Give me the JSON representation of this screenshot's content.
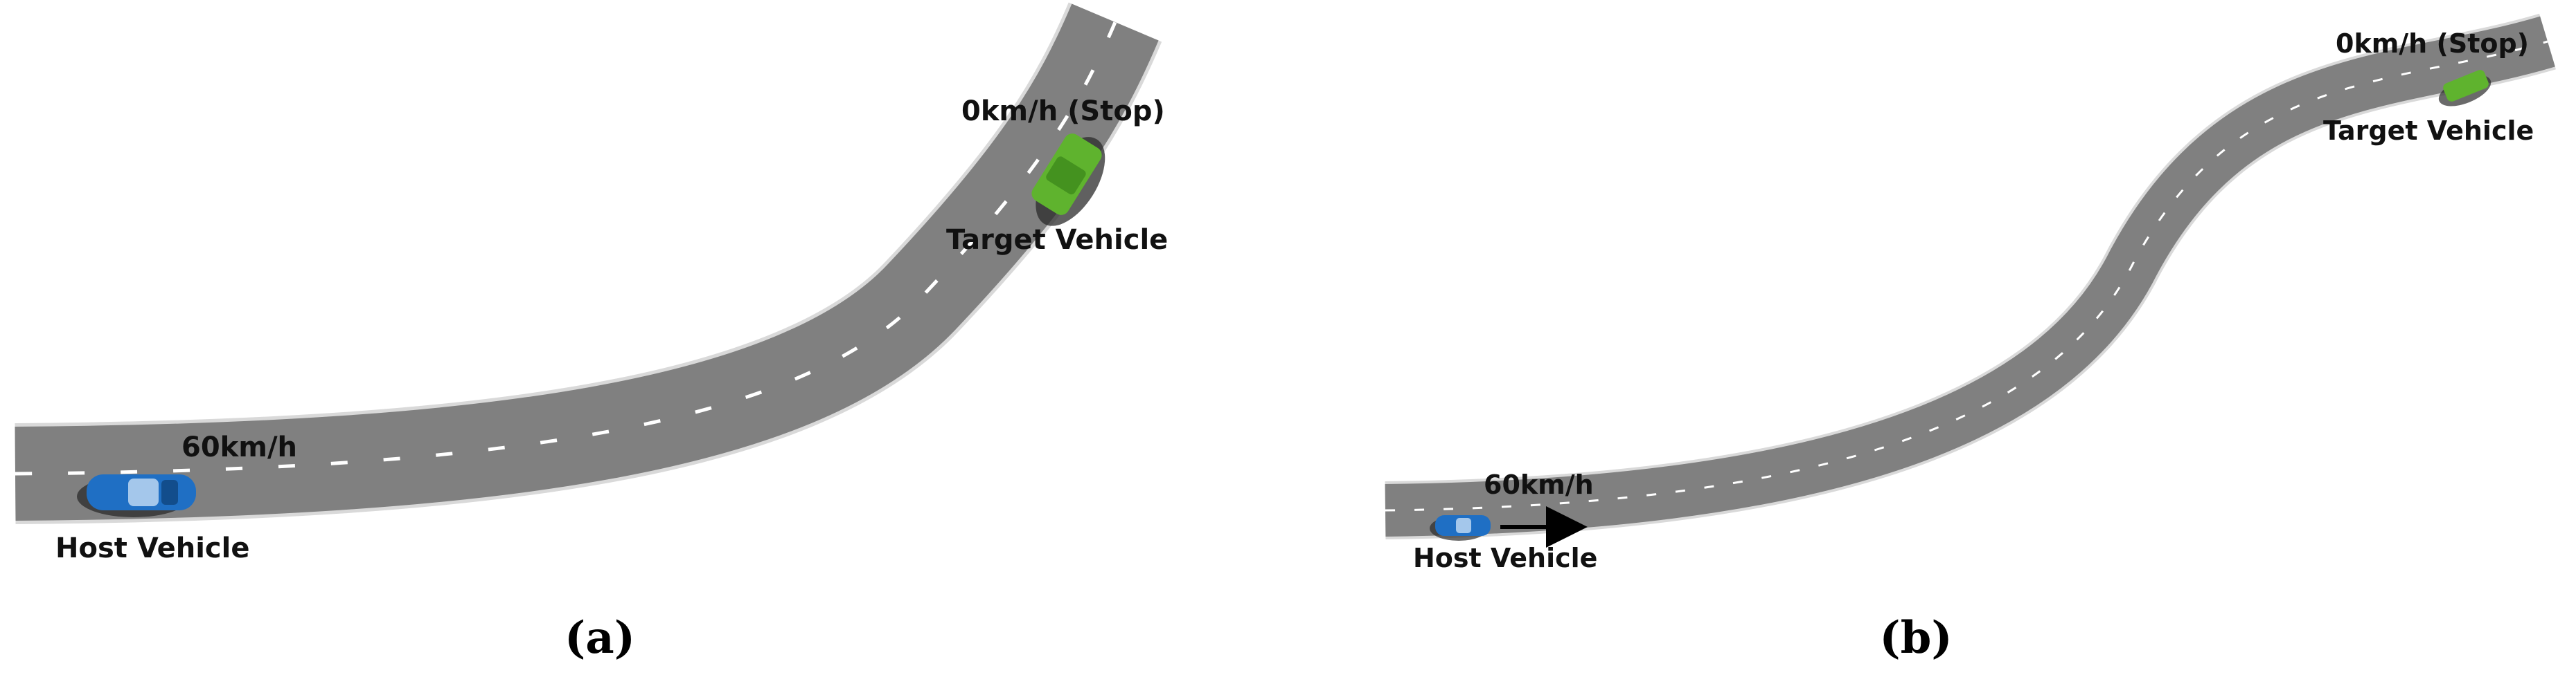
{
  "colors": {
    "road": "#808080",
    "road_edge": "#d9d9d9",
    "lane_dash": "#ffffff",
    "host_vehicle": "#1f6fc4",
    "target_vehicle": "#5fb32e",
    "arrow": "#000000"
  },
  "panel_a": {
    "caption": "(a)",
    "host_speed": "60km/h",
    "host_label": "Host Vehicle",
    "target_speed": "0km/h (Stop)",
    "target_label": "Target Vehicle"
  },
  "panel_b": {
    "caption": "(b)",
    "host_speed": "60km/h",
    "host_label": "Host Vehicle",
    "target_speed": "0km/h (Stop)",
    "target_label": "Target Vehicle"
  }
}
